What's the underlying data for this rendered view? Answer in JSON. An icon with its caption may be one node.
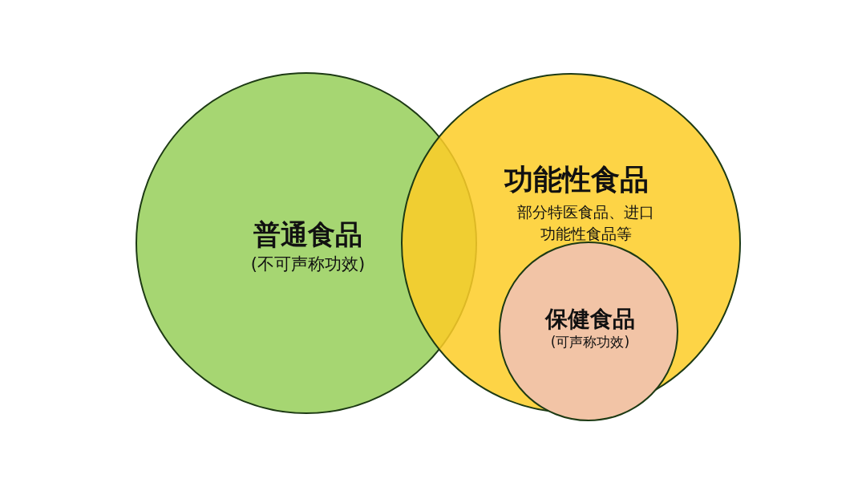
{
  "diagram": {
    "nodes": [
      {
        "text": [
          "普通食品",
          "(不可声称功效)"
        ]
      },
      {
        "text": [
          "功能性食品",
          "部分特医食品、进口功能性食品等"
        ]
      },
      {
        "text": [
          "保健食品",
          "(可声称功效)"
        ],
        "in": 1
      }
    ]
  }
}
